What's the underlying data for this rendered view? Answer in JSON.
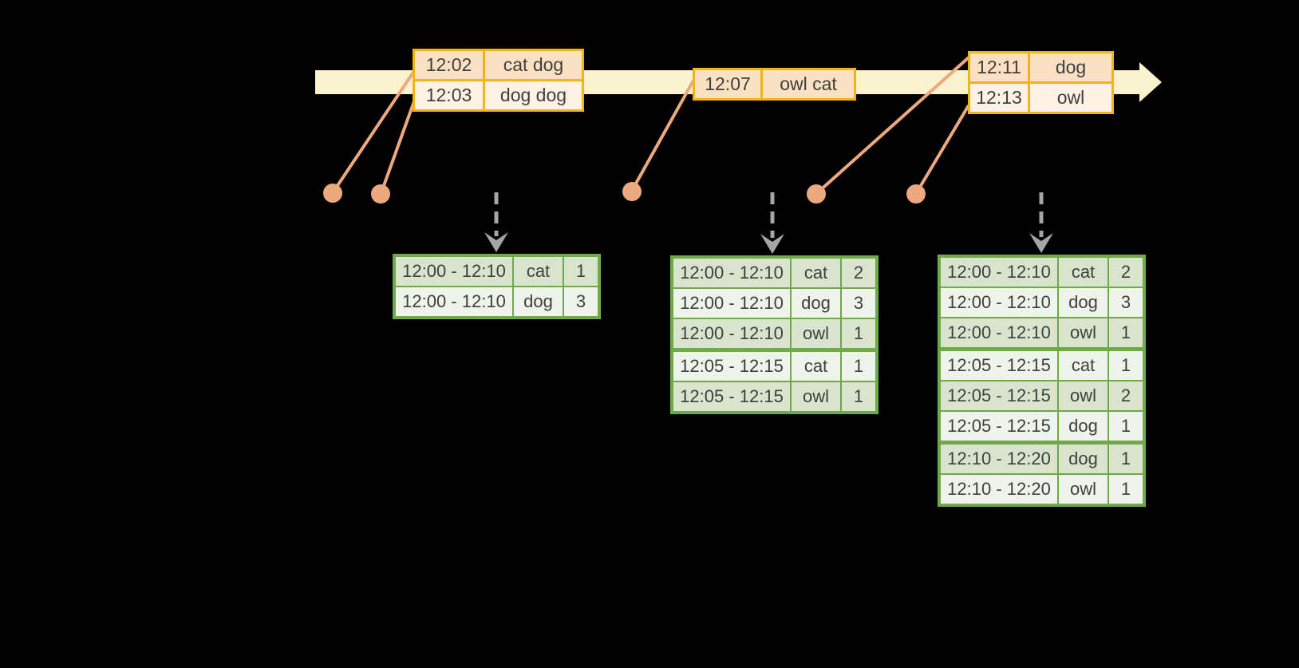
{
  "colors": {
    "background": "#000000",
    "timeline_fill": "#FBF2CE",
    "event_border": "#F2B517",
    "event_row_dark": "#FAE1C2",
    "event_row_light": "#FDF2E3",
    "connector": "#EDA87D",
    "result_border": "#6EAA45",
    "result_row_dark": "#D8E4CD",
    "result_row_light": "#EFF3EA",
    "trigger_gray": "#A5A5A5",
    "text": "#3F3F3F"
  },
  "event_batches": [
    {
      "rows": [
        {
          "time": "12:02",
          "words": "cat dog"
        },
        {
          "time": "12:03",
          "words": "dog dog"
        }
      ]
    },
    {
      "rows": [
        {
          "time": "12:07",
          "words": "owl cat"
        }
      ]
    },
    {
      "rows": [
        {
          "time": "12:11",
          "words": "dog"
        },
        {
          "time": "12:13",
          "words": "owl"
        }
      ]
    }
  ],
  "result_tables": [
    {
      "rows": [
        {
          "window": "12:00 - 12:10",
          "word": "cat",
          "count": "1"
        },
        {
          "window": "12:00 - 12:10",
          "word": "dog",
          "count": "3"
        }
      ]
    },
    {
      "rows": [
        {
          "window": "12:00 - 12:10",
          "word": "cat",
          "count": "2"
        },
        {
          "window": "12:00 - 12:10",
          "word": "dog",
          "count": "3"
        },
        {
          "window": "12:00 - 12:10",
          "word": "owl",
          "count": "1"
        },
        {
          "window": "12:05 - 12:15",
          "word": "cat",
          "count": "1"
        },
        {
          "window": "12:05 - 12:15",
          "word": "owl",
          "count": "1"
        }
      ]
    },
    {
      "rows": [
        {
          "window": "12:00 - 12:10",
          "word": "cat",
          "count": "2"
        },
        {
          "window": "12:00 - 12:10",
          "word": "dog",
          "count": "3"
        },
        {
          "window": "12:00 - 12:10",
          "word": "owl",
          "count": "1"
        },
        {
          "window": "12:05 - 12:15",
          "word": "cat",
          "count": "1"
        },
        {
          "window": "12:05 - 12:15",
          "word": "owl",
          "count": "2"
        },
        {
          "window": "12:05 - 12:15",
          "word": "dog",
          "count": "1"
        },
        {
          "window": "12:10 - 12:20",
          "word": "dog",
          "count": "1"
        },
        {
          "window": "12:10 - 12:20",
          "word": "owl",
          "count": "1"
        }
      ]
    }
  ]
}
